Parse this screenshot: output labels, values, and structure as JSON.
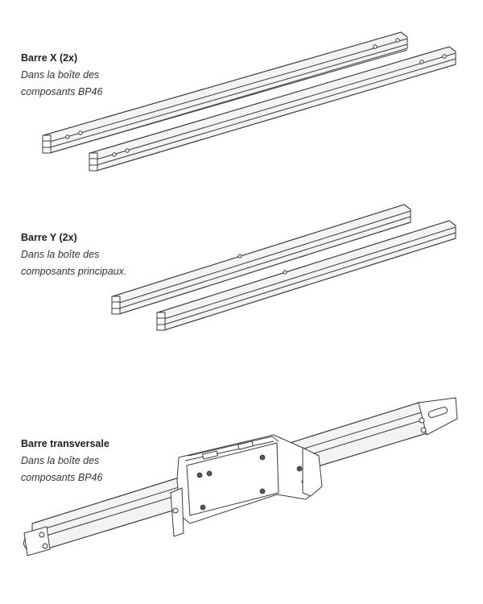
{
  "items": [
    {
      "title": "Barre X (2x)",
      "note_line1": "Dans la boîte des",
      "note_line2": "composants BP46"
    },
    {
      "title": "Barre Y (2x)",
      "note_line1": "Dans la boîte des",
      "note_line2": "composants principaux."
    },
    {
      "title": "Barre transversale",
      "note_line1": "Dans la boîte des",
      "note_line2": "composants BP46"
    }
  ],
  "colors": {
    "line": "#3a3a3a",
    "text": "#1e1e1e"
  }
}
